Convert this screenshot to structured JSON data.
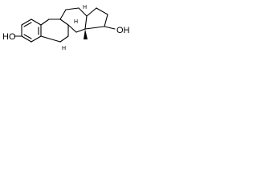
{
  "molecule": {
    "labels": {
      "left_hydroxyl": "HO",
      "right_hydroxyl": "OH",
      "h_top": "H",
      "h_bottom": "H",
      "h_mid": "H"
    },
    "colors": {
      "bond": "#000000",
      "background": "#ffffff"
    }
  }
}
